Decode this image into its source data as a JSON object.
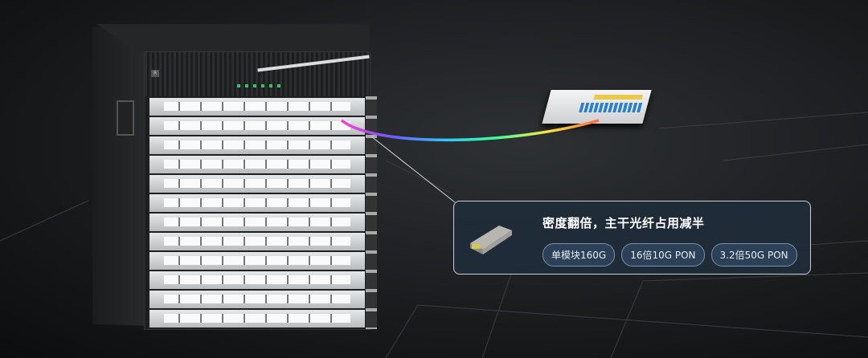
{
  "chassis": {
    "brand_logo": "Ruijie"
  },
  "callout": {
    "title": "密度翻倍，主干光纤占用减半",
    "chips": [
      "单模块160G",
      "16倍10G PON",
      "3.2倍50G PON"
    ]
  },
  "colors": {
    "callout_bg": "#202c3a",
    "chip_bg": "#2c4058",
    "port_blue": "#2f7fd0"
  }
}
